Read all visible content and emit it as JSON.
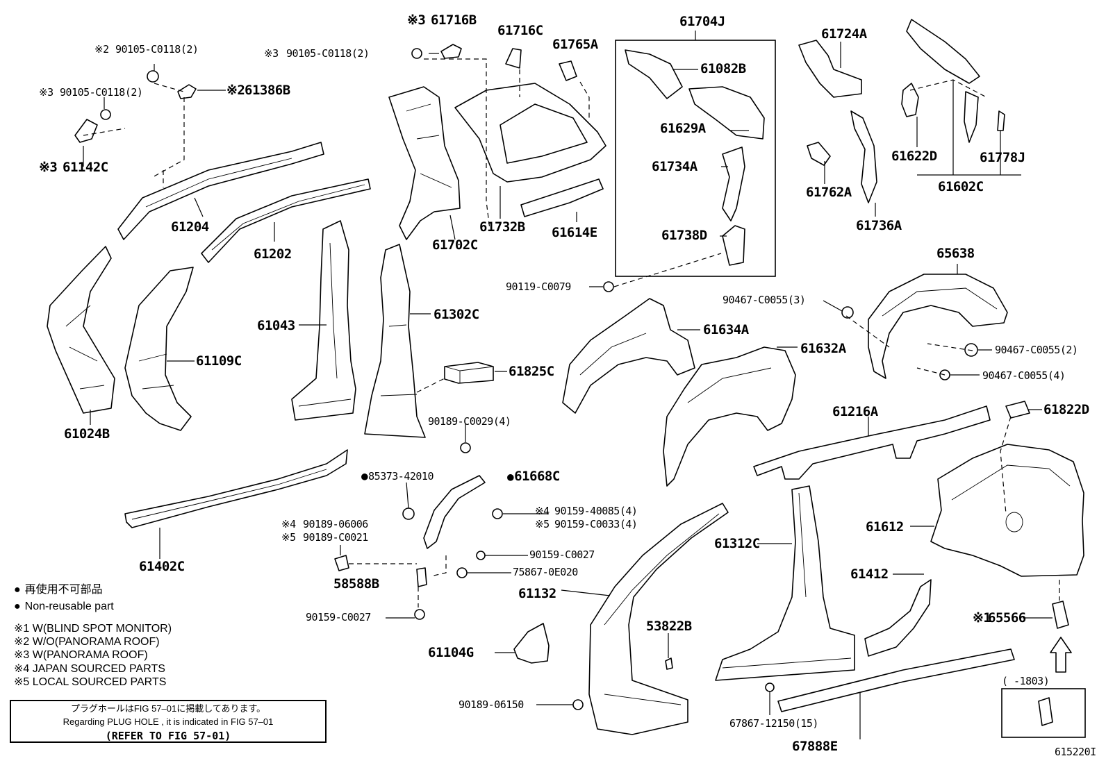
{
  "diagram_id": "615220I",
  "group_label": "61704J",
  "parts": [
    {
      "id": "p61716B",
      "text": "61716B",
      "note": "※3"
    },
    {
      "id": "p61716C",
      "text": "61716C",
      "note": ""
    },
    {
      "id": "p61765A",
      "text": "61765A",
      "note": ""
    },
    {
      "id": "p61082B",
      "text": "61082B",
      "note": ""
    },
    {
      "id": "p61629A",
      "text": "61629A",
      "note": ""
    },
    {
      "id": "p61734A",
      "text": "61734A",
      "note": ""
    },
    {
      "id": "p61738D",
      "text": "61738D",
      "note": ""
    },
    {
      "id": "p61724A",
      "text": "61724A",
      "note": ""
    },
    {
      "id": "p61622D",
      "text": "61622D",
      "note": ""
    },
    {
      "id": "p61778J",
      "text": "61778J",
      "note": ""
    },
    {
      "id": "p61602C",
      "text": "61602C",
      "note": ""
    },
    {
      "id": "p61762A",
      "text": "61762A",
      "note": ""
    },
    {
      "id": "p61736A",
      "text": "61736A",
      "note": ""
    },
    {
      "id": "p90105a",
      "text": "90105-C0118(2)",
      "note": "※2"
    },
    {
      "id": "p90105b",
      "text": "90105-C0118(2)",
      "note": "※3"
    },
    {
      "id": "p90105c",
      "text": "90105-C0118(2)",
      "note": "※3"
    },
    {
      "id": "p61386B",
      "text": "61386B",
      "note": "※2"
    },
    {
      "id": "p61142C",
      "text": "61142C",
      "note": "※3"
    },
    {
      "id": "p61204",
      "text": "61204",
      "note": ""
    },
    {
      "id": "p61202",
      "text": "61202",
      "note": ""
    },
    {
      "id": "p61702C",
      "text": "61702C",
      "note": ""
    },
    {
      "id": "p61732B",
      "text": "61732B",
      "note": ""
    },
    {
      "id": "p61614E",
      "text": "61614E",
      "note": ""
    },
    {
      "id": "p90119",
      "text": "90119-C0079",
      "note": ""
    },
    {
      "id": "p65638",
      "text": "65638",
      "note": ""
    },
    {
      "id": "p90467a",
      "text": "90467-C0055(3)",
      "note": ""
    },
    {
      "id": "p90467b",
      "text": "90467-C0055(2)",
      "note": ""
    },
    {
      "id": "p90467c",
      "text": "90467-C0055(4)",
      "note": ""
    },
    {
      "id": "p61634A",
      "text": "61634A",
      "note": ""
    },
    {
      "id": "p61632A",
      "text": "61632A",
      "note": ""
    },
    {
      "id": "p61043",
      "text": "61043",
      "note": ""
    },
    {
      "id": "p61302C",
      "text": "61302C",
      "note": ""
    },
    {
      "id": "p61109C",
      "text": "61109C",
      "note": ""
    },
    {
      "id": "p61024B",
      "text": "61024B",
      "note": ""
    },
    {
      "id": "p61825C",
      "text": "61825C",
      "note": ""
    },
    {
      "id": "p61216A",
      "text": "61216A",
      "note": ""
    },
    {
      "id": "p61822D",
      "text": "61822D",
      "note": ""
    },
    {
      "id": "p90189c0029",
      "text": "90189-C0029(4)",
      "note": ""
    },
    {
      "id": "p85373",
      "text": "85373-42010",
      "note": "●"
    },
    {
      "id": "p61668C",
      "text": "61668C",
      "note": "●"
    },
    {
      "id": "p90159a",
      "text": "90159-40085(4)",
      "note": "※4"
    },
    {
      "id": "p90159b",
      "text": "90159-C0033(4)",
      "note": "※5"
    },
    {
      "id": "p90189a",
      "text": "90189-06006",
      "note": "※4"
    },
    {
      "id": "p90189b",
      "text": "90189-C0021",
      "note": "※5"
    },
    {
      "id": "p90159c",
      "text": "90159-C0027",
      "note": ""
    },
    {
      "id": "p75867",
      "text": "75867-0E020",
      "note": ""
    },
    {
      "id": "p58588B",
      "text": "58588B",
      "note": ""
    },
    {
      "id": "p90159d",
      "text": "90159-C0027",
      "note": ""
    },
    {
      "id": "p61402C",
      "text": "61402C",
      "note": ""
    },
    {
      "id": "p61612",
      "text": "61612",
      "note": ""
    },
    {
      "id": "p61312C",
      "text": "61312C",
      "note": ""
    },
    {
      "id": "p61412",
      "text": "61412",
      "note": ""
    },
    {
      "id": "p61132",
      "text": "61132",
      "note": ""
    },
    {
      "id": "p53822B",
      "text": "53822B",
      "note": ""
    },
    {
      "id": "p65566",
      "text": "65566",
      "note": "※1"
    },
    {
      "id": "p61104G",
      "text": "61104G",
      "note": ""
    },
    {
      "id": "p90189_06150",
      "text": "90189-06150",
      "note": ""
    },
    {
      "id": "p67867",
      "text": "67867-12150(15)",
      "note": ""
    },
    {
      "id": "p67888E",
      "text": "67888E",
      "note": ""
    },
    {
      "id": "p1803",
      "text": "(      -1803)",
      "note": ""
    }
  ],
  "legend": {
    "nonreusable_jp": "再使用不可部品",
    "nonreusable_en": "Non-reusable part",
    "notes": [
      "※1 W(BLIND SPOT MONITOR)",
      "※2 W/O(PANORAMA ROOF)",
      "※3 W(PANORAMA ROOF)",
      "※4 JAPAN SOURCED PARTS",
      "※5 LOCAL SOURCED PARTS"
    ]
  },
  "plug_note": {
    "jp": "プラグホールはFIG 57–01に掲載してあります。",
    "en": "Regarding PLUG HOLE , it is indicated in FIG 57–01",
    "ref": "(REFER TO FIG 57-01)"
  }
}
